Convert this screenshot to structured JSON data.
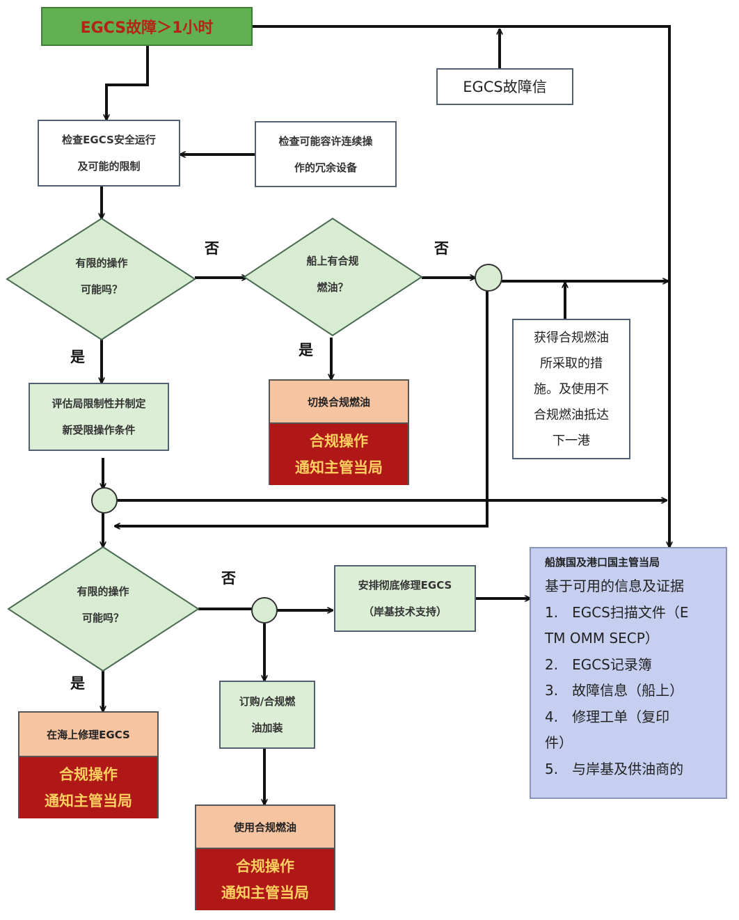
{
  "title": "EGCS故障＞1小时",
  "notify_box": "EGCS故障信",
  "check_box": [
    "检查EGCS安全运行",
    "及可能的限制"
  ],
  "redundant_box": [
    "检查可能容许连续操",
    "作的冗余设备"
  ],
  "diamond1": [
    "有限的操作",
    "可能吗？"
  ],
  "diamond2": [
    "船上有合规",
    "燃油？"
  ],
  "diamond3": [
    "有限的操作",
    "可能吗？"
  ],
  "no_label": "否",
  "yes_label": "是",
  "assess_box": [
    "评估局限制性并制定",
    "新受限操作条件"
  ],
  "switch_box": {
    "top": "切换合规燃油",
    "lines": [
      "合规操作",
      "通知主管当局"
    ]
  },
  "measures_box": [
    "获得合规燃油",
    "所采取的措",
    "施。及使用不",
    "合规燃油抵达",
    "下一港"
  ],
  "repair_box": [
    "安排彻底修理EGCS",
    "（岸基技术支持）"
  ],
  "order_box": [
    "订购/合规燃",
    "油加装"
  ],
  "sea_repair_box": {
    "top": "在海上修理EGCS",
    "lines": [
      "合规操作",
      "通知主管当局"
    ]
  },
  "use_fuel_box": {
    "top": "使用合规燃油",
    "lines": [
      "合规操作",
      "通知主管当局"
    ]
  },
  "authority_box": {
    "header": "船旗国及港口国主管当局",
    "lines": [
      "基于可用的信息及证据",
      "1.　EGCS扫描文件（E",
      "TM OMM SECP）",
      "2.　EGCS记录簿",
      "3.　故障信息（船上）",
      "4.　修理工单（复印",
      "件）",
      "5.　与岸基及供油商的"
    ]
  },
  "colors": {
    "start_fill": "#61b152",
    "start_text": "#b42318",
    "decision_fill": "#d8ecd2",
    "process_green": "#dcefd6",
    "peach": "#f6c4a0",
    "red": "#b01818",
    "gold_text": "#ffd060",
    "authority_fill": "#c6cff0"
  }
}
